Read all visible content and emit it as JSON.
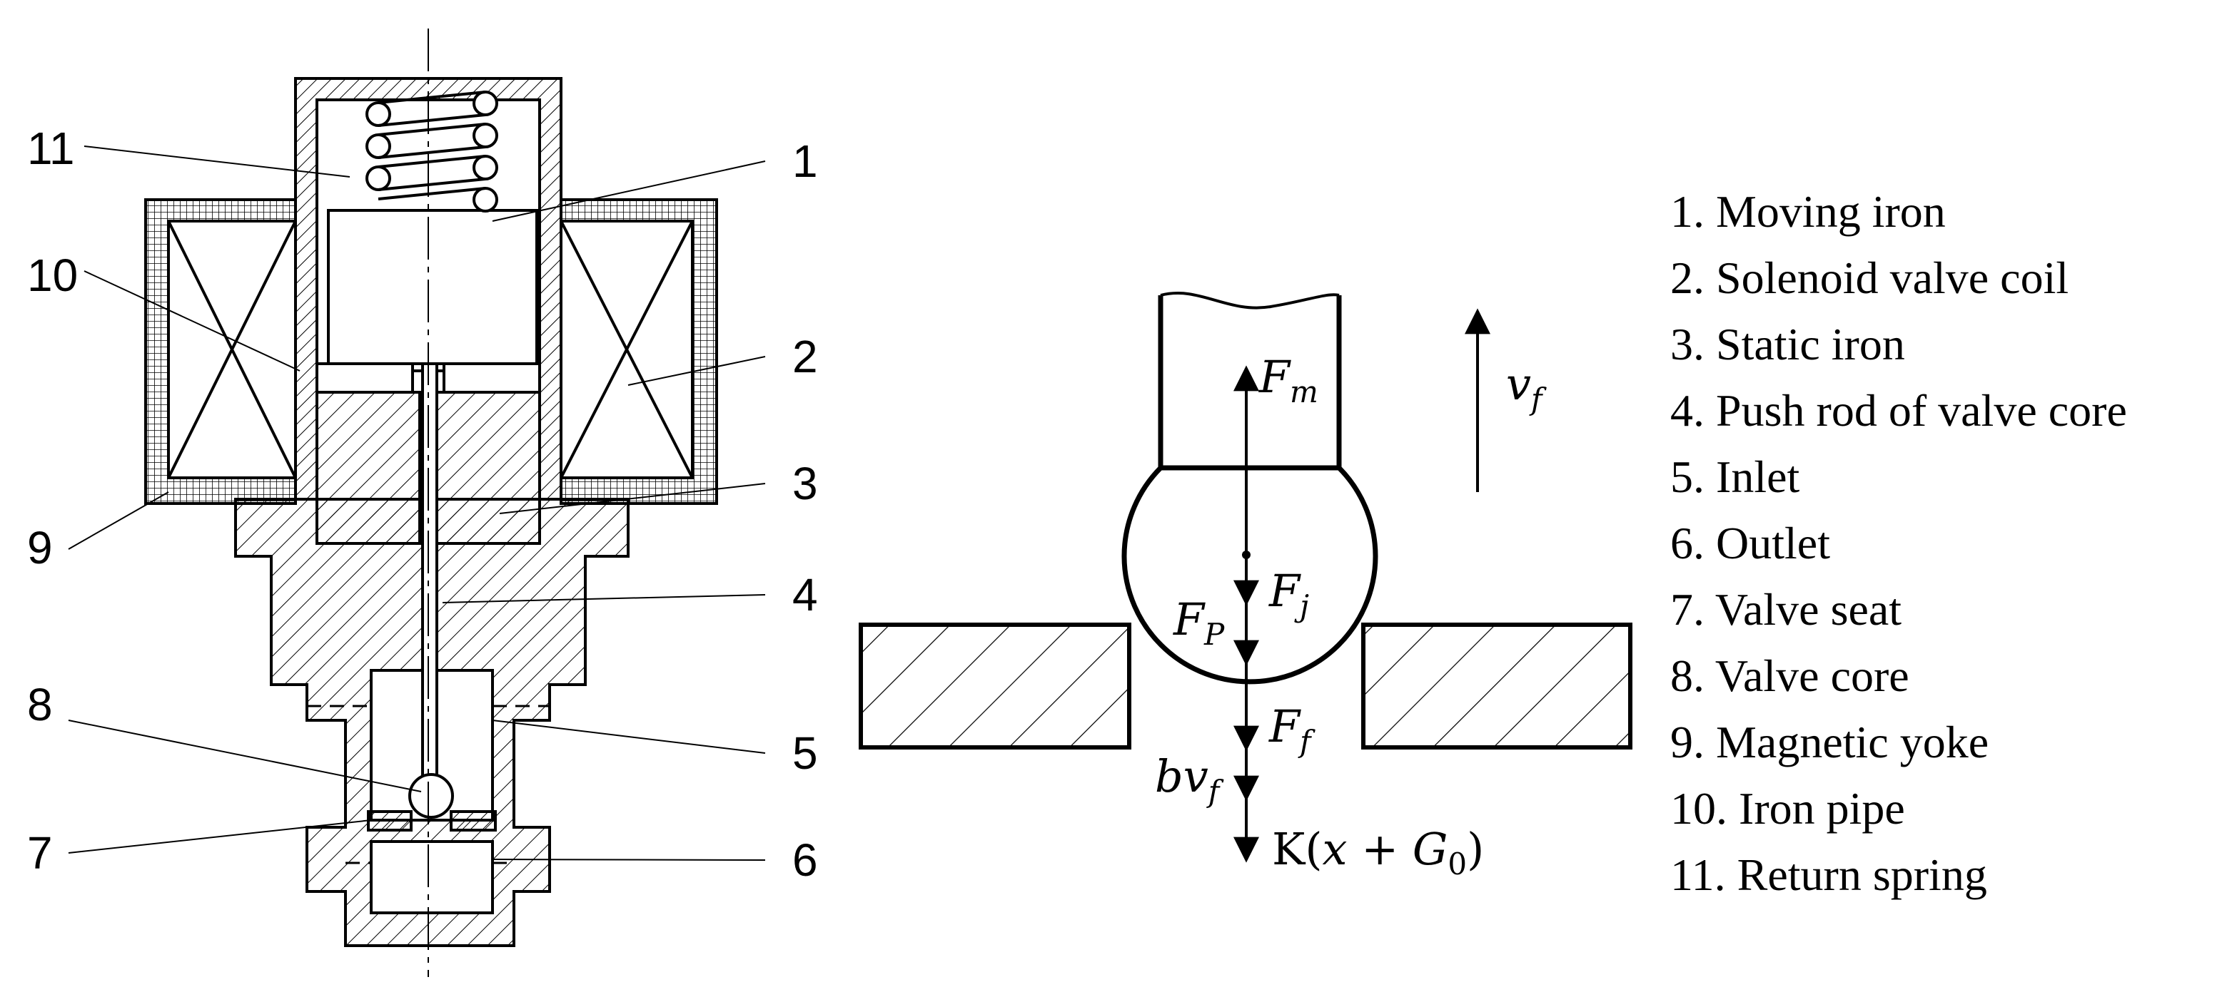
{
  "valve_callouts": [
    "11",
    "1",
    "10",
    "2",
    "9",
    "3",
    "4",
    "8",
    "5",
    "7",
    "6"
  ],
  "forces": {
    "Fm": {
      "base": "F",
      "sub": "m"
    },
    "vf": {
      "base": "v",
      "sub": "f"
    },
    "Fj": {
      "base": "F",
      "sub": "j"
    },
    "FP": {
      "base": "F",
      "sub": "P"
    },
    "Ff": {
      "base": "F",
      "sub": "f"
    },
    "bvf": {
      "base": "bv",
      "sub": "f"
    },
    "spring": {
      "pre": "K(",
      "var": "x",
      "plus": " + ",
      "g": "G",
      "gsub": "0",
      "post": ")"
    }
  },
  "legend": [
    "1. Moving iron",
    "2. Solenoid valve coil",
    "3. Static iron",
    "4. Push rod of valve core",
    "5. Inlet",
    "6. Outlet",
    "7. Valve seat",
    "8. Valve core",
    "9. Magnetic yoke",
    "10. Iron pipe",
    "11. Return spring"
  ]
}
